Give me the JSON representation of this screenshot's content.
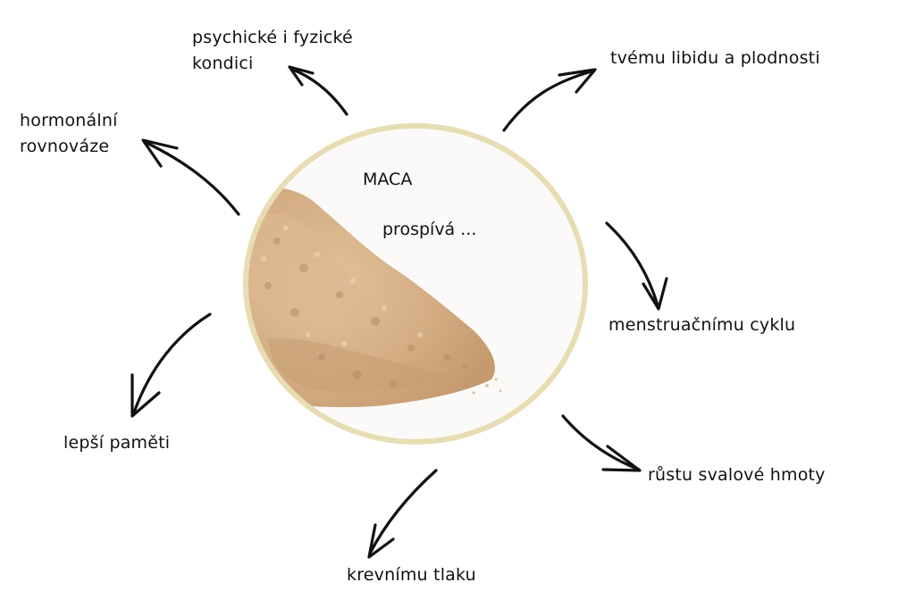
{
  "center": {
    "title": "MACA",
    "subtitle": "prospívá ..."
  },
  "benefits": {
    "top_left": {
      "line1": "psychické i fyzické",
      "line2": "kondici"
    },
    "left_upper": {
      "line1": "hormonální",
      "line2": "rovnováze"
    },
    "top_right": "tvému libidu a plodnosti",
    "right_middle": "menstruačnímu cyklu",
    "bottom_right": "růstu svalové hmoty",
    "bottom": "krevnímu tlaku",
    "left_lower": "lepší paměti"
  },
  "colors": {
    "ring": "#e8dcb2",
    "powder": "#d9b48a",
    "arrow": "#111111"
  }
}
